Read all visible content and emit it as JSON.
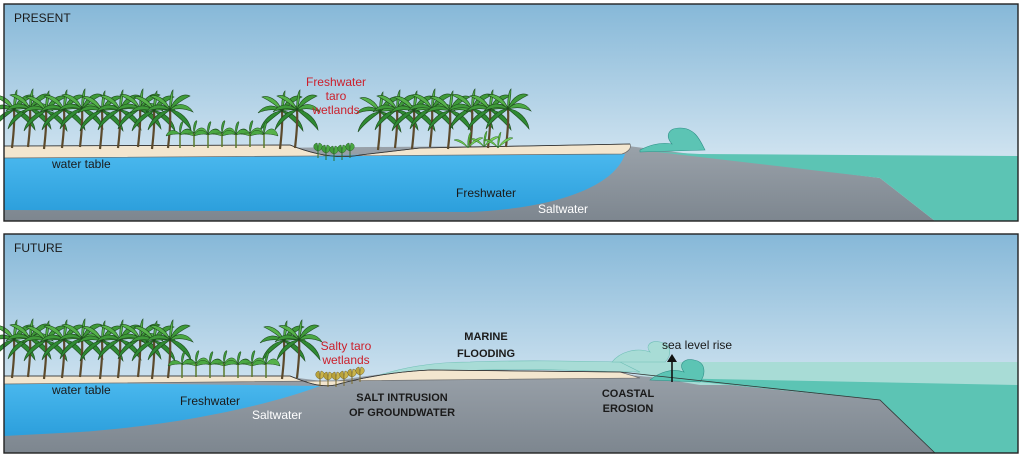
{
  "panels": [
    {
      "title": "PRESENT",
      "labels": {
        "wetlands": [
          "Freshwater",
          "taro",
          "wetlands"
        ],
        "water_table": "water table",
        "freshwater": "Freshwater",
        "saltwater": "Saltwater"
      }
    },
    {
      "title": "FUTURE",
      "labels": {
        "wetlands": [
          "Salty taro",
          "wetlands"
        ],
        "water_table": "water table",
        "freshwater": "Freshwater",
        "saltwater": "Saltwater",
        "marine_flooding": [
          "MARINE",
          "FLOODING"
        ],
        "salt_intrusion": [
          "SALT INTRUSION",
          "OF GROUNDWATER"
        ],
        "coastal_erosion": [
          "COASTAL",
          "EROSION"
        ],
        "sea_level_rise": "sea level rise"
      }
    }
  ],
  "colors": {
    "sky_top": "#86b8d8",
    "sky_bottom": "#eef5fa",
    "sand": "#f3e6cf",
    "freshwater": "#3aaee8",
    "saltwater_ground": "#8a939c",
    "sea": "#5cc4b4",
    "risen_sea": "#a8dcd6",
    "label_red": "#cc1f2b",
    "palm_green": "#3f9a3a"
  }
}
